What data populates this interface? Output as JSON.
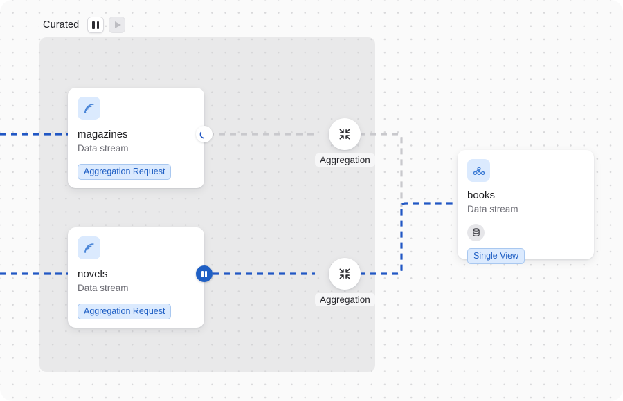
{
  "canvas": {
    "background_color": "#fafafa",
    "dot_color": "#d8d8da"
  },
  "group": {
    "title": "Curated",
    "controls": [
      {
        "name": "pause-button",
        "label": "Pause",
        "state": "active",
        "icon": "pause-icon"
      },
      {
        "name": "play-button",
        "label": "Play",
        "state": "disabled",
        "icon": "play-icon"
      }
    ]
  },
  "nodes": [
    {
      "id": "magazines",
      "title": "magazines",
      "subtitle": "Data stream",
      "icon": "broadcast-icon",
      "chip": "Aggregation Request",
      "handle": {
        "icon": "spinner-icon",
        "state": "loading"
      }
    },
    {
      "id": "novels",
      "title": "novels",
      "subtitle": "Data stream",
      "icon": "broadcast-icon",
      "chip": "Aggregation Request",
      "handle": {
        "icon": "pause-icon",
        "state": "paused"
      }
    },
    {
      "id": "books",
      "title": "books",
      "subtitle": "Data stream",
      "icon": "network-share-icon",
      "badge_icon": "database-icon",
      "chip": "Single View"
    }
  ],
  "operations": [
    {
      "id": "aggregation-top",
      "label": "Aggregation",
      "icon": "collapse-arrows-icon"
    },
    {
      "id": "aggregation-bottom",
      "label": "Aggregation",
      "icon": "collapse-arrows-icon"
    }
  ],
  "edges": {
    "active_color": "#2157c4",
    "idle_color": "#c9c9cd"
  },
  "colors": {
    "accent": "#1f5fc4",
    "chip_bg": "#dbeafe",
    "chip_border": "#a9c8f0",
    "group_bg": "#d2d2d5",
    "text_primary": "#1d1d20",
    "text_secondary": "#6c6c74"
  }
}
